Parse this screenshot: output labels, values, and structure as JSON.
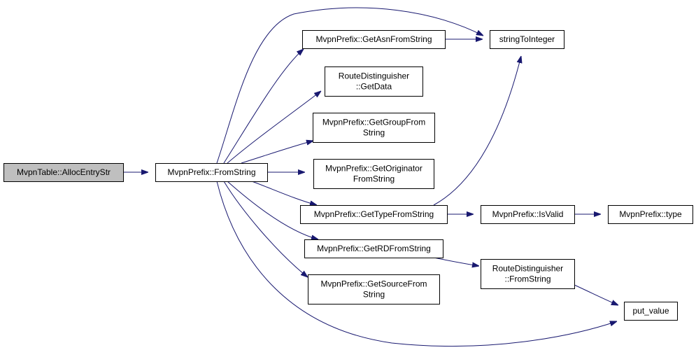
{
  "graph": {
    "nodes": [
      {
        "id": "alloc",
        "lines": [
          "MvpnTable::AllocEntryStr"
        ],
        "root": true
      },
      {
        "id": "fromstring",
        "lines": [
          "MvpnPrefix::FromString"
        ]
      },
      {
        "id": "getasn",
        "lines": [
          "MvpnPrefix::GetAsnFromString"
        ]
      },
      {
        "id": "rdgetdata",
        "lines": [
          "RouteDistinguisher",
          "::GetData"
        ]
      },
      {
        "id": "getgroup",
        "lines": [
          "MvpnPrefix::GetGroupFrom",
          "String"
        ]
      },
      {
        "id": "getorig",
        "lines": [
          "MvpnPrefix::GetOriginator",
          "FromString"
        ]
      },
      {
        "id": "gettype",
        "lines": [
          "MvpnPrefix::GetTypeFromString"
        ]
      },
      {
        "id": "getrd",
        "lines": [
          "MvpnPrefix::GetRDFromString"
        ]
      },
      {
        "id": "getsource",
        "lines": [
          "MvpnPrefix::GetSourceFrom",
          "String"
        ]
      },
      {
        "id": "stoi",
        "lines": [
          "stringToInteger"
        ]
      },
      {
        "id": "isvalid",
        "lines": [
          "MvpnPrefix::IsValid"
        ]
      },
      {
        "id": "type",
        "lines": [
          "MvpnPrefix::type"
        ]
      },
      {
        "id": "rdfromstring",
        "lines": [
          "RouteDistinguisher",
          "::FromString"
        ]
      },
      {
        "id": "putvalue",
        "lines": [
          "put_value"
        ]
      }
    ],
    "edges": [
      {
        "from": "alloc",
        "to": "fromstring"
      },
      {
        "from": "fromstring",
        "to": "stoi"
      },
      {
        "from": "fromstring",
        "to": "getasn"
      },
      {
        "from": "fromstring",
        "to": "rdgetdata"
      },
      {
        "from": "fromstring",
        "to": "getgroup"
      },
      {
        "from": "fromstring",
        "to": "getorig"
      },
      {
        "from": "fromstring",
        "to": "gettype"
      },
      {
        "from": "fromstring",
        "to": "getrd"
      },
      {
        "from": "fromstring",
        "to": "getsource"
      },
      {
        "from": "fromstring",
        "to": "putvalue"
      },
      {
        "from": "getasn",
        "to": "stoi"
      },
      {
        "from": "gettype",
        "to": "stoi"
      },
      {
        "from": "gettype",
        "to": "isvalid"
      },
      {
        "from": "isvalid",
        "to": "type"
      },
      {
        "from": "getrd",
        "to": "rdfromstring"
      },
      {
        "from": "rdfromstring",
        "to": "putvalue"
      }
    ]
  }
}
